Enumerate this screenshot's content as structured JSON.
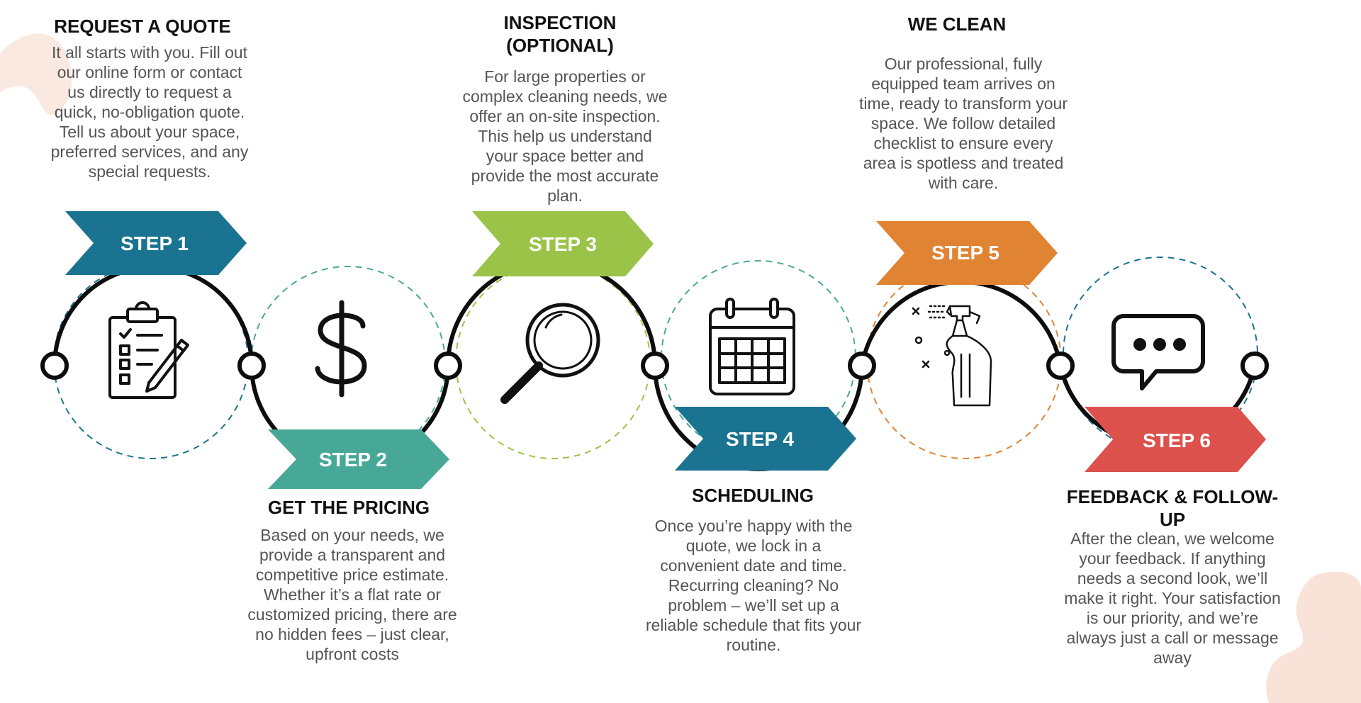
{
  "colors": {
    "step1": "#1a7390",
    "step2": "#48a897",
    "step3": "#9ac348",
    "step4": "#1a7390",
    "step5": "#e08333",
    "step6": "#dc514c",
    "line": "#0d0d0d",
    "text_heading": "#111111",
    "text_body": "#555555",
    "blob": "#f9e3d8"
  },
  "steps": [
    {
      "label": "STEP 1",
      "heading": "REQUEST A QUOTE",
      "description": "It all starts with you. Fill out our online form or contact us directly to request a quick, no-obligation quote. Tell us about your space, preferred services, and any special requests.",
      "icon": "clipboard-checklist-icon"
    },
    {
      "label": "STEP 2",
      "heading": "GET THE PRICING",
      "description": "Based on your needs, we provide a transparent and competitive price estimate. Whether it’s a flat rate or customized pricing, there are no hidden fees – just clear, upfront costs",
      "icon": "dollar-sign-icon"
    },
    {
      "label": "STEP 3",
      "heading": "INSPECTION (OPTIONAL)",
      "description": "For large properties or complex cleaning needs, we offer an on-site inspection. This help us understand your space better and provide the most accurate plan.",
      "icon": "magnifying-glass-icon"
    },
    {
      "label": "STEP 4",
      "heading": "SCHEDULING",
      "description": "Once you’re happy with the quote, we lock in a convenient date and time. Recurring cleaning? No problem – we’ll set up a reliable schedule that fits your routine.",
      "icon": "calendar-icon"
    },
    {
      "label": "STEP 5",
      "heading": "WE CLEAN",
      "description": "Our professional, fully equipped team arrives on time, ready to transform your space. We follow detailed checklist to ensure every area is spotless and treated with care.",
      "icon": "spray-bottle-icon"
    },
    {
      "label": "STEP 6",
      "heading": "FEEDBACK & FOLLOW-UP",
      "description": "After the clean, we welcome your feedback. If anything needs a second look, we’ll make it right. Your satisfaction is our priority, and we’re always just a call or message away",
      "icon": "speech-bubble-icon"
    }
  ]
}
